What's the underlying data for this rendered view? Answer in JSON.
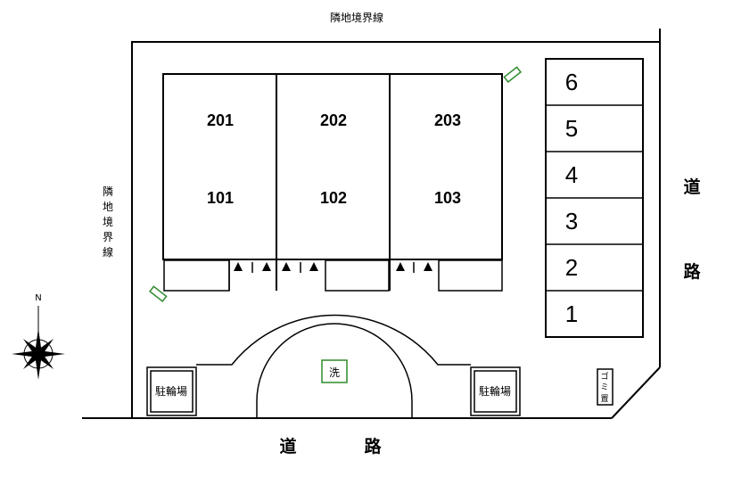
{
  "boundary": {
    "top_label": "隣地境界線",
    "left_label_chars": [
      "隣",
      "地",
      "境",
      "界",
      "線"
    ]
  },
  "roads": {
    "right_chars": [
      "道",
      "路"
    ],
    "bottom_chars": [
      "道",
      "路"
    ]
  },
  "units": {
    "upper": [
      "201",
      "202",
      "203"
    ],
    "lower": [
      "101",
      "102",
      "103"
    ]
  },
  "parking": [
    "6",
    "5",
    "4",
    "3",
    "2",
    "1"
  ],
  "facilities": {
    "bicycle_left": "駐輪場",
    "bicycle_right": "駐輪場",
    "wash": "洗",
    "garbage_chars": [
      "ゴ",
      "ミ",
      "置"
    ]
  },
  "compass": {
    "north": "N"
  },
  "colors": {
    "line": "#000000",
    "accent_green": "#2e8b2e"
  }
}
